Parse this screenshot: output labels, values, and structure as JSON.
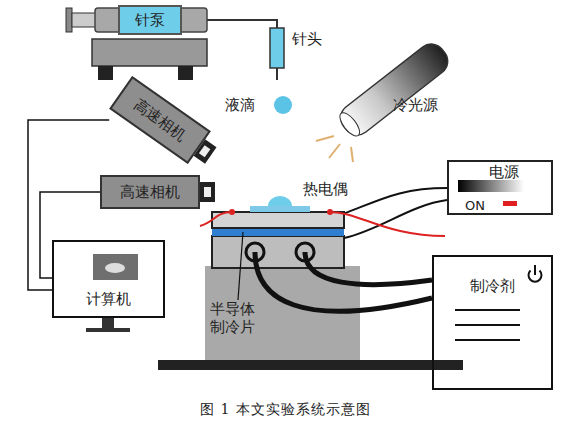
{
  "diagram": {
    "caption": "图 1 本文实验系统示意图",
    "nodes": [
      {
        "text": [
          "针泵"
        ]
      },
      {
        "text": [
          "高速相机"
        ]
      },
      {
        "text": [
          "高速相机"
        ]
      },
      {
        "text": [
          "电源",
          "ON"
        ]
      },
      {
        "text": [
          "计算机"
        ]
      },
      {
        "text": [
          "制冷剂"
        ]
      }
    ],
    "edges": [
      {
        "from": 1,
        "to": 4,
        "arrow": "none"
      },
      {
        "from": 2,
        "to": 4,
        "arrow": "none"
      }
    ],
    "labels": [
      "针头",
      "液滴",
      "冷光源",
      "热电偶",
      "半导体 制冷片"
    ]
  }
}
